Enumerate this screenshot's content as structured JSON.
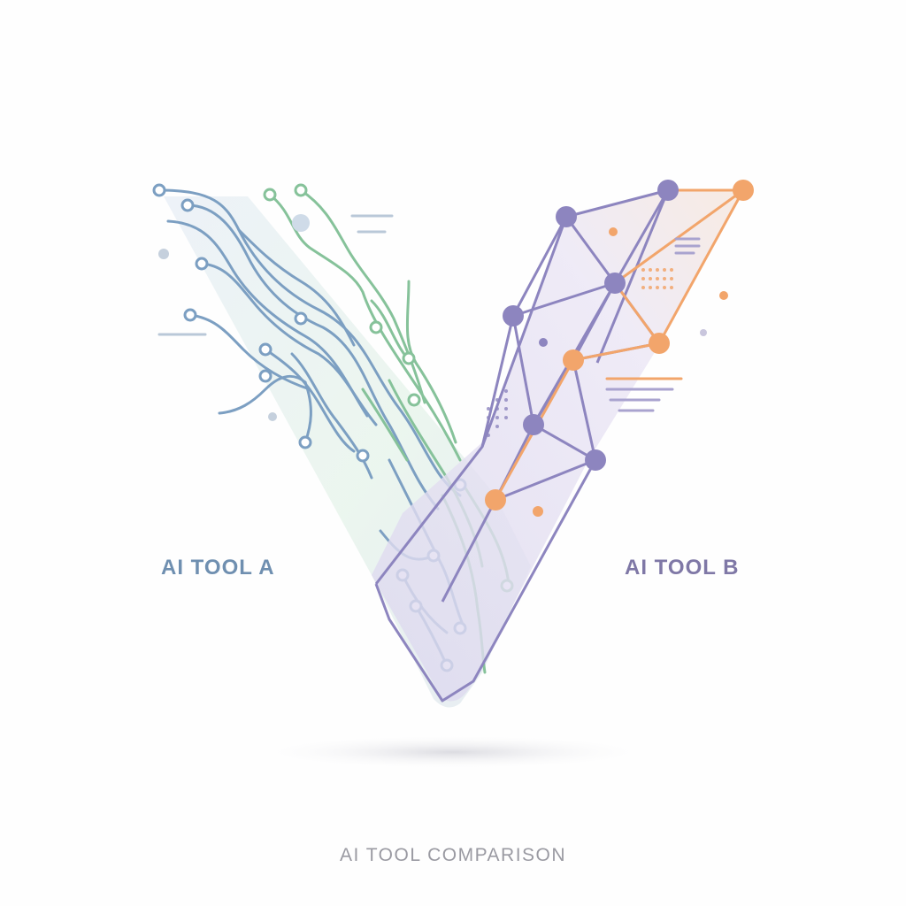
{
  "labels": {
    "left": "AI TOOL A",
    "right": "AI TOOL B",
    "caption": "AI TOOL COMPARISON"
  },
  "colors": {
    "tool_a": "#6f8fb0",
    "tool_a_green": "#86c29a",
    "tool_b": "#8a82bd",
    "tool_b_accent": "#f2a56b",
    "caption": "#9a9aa2"
  },
  "icons": {
    "left_half": "circuit-traces-icon",
    "right_half": "neural-network-icon"
  }
}
